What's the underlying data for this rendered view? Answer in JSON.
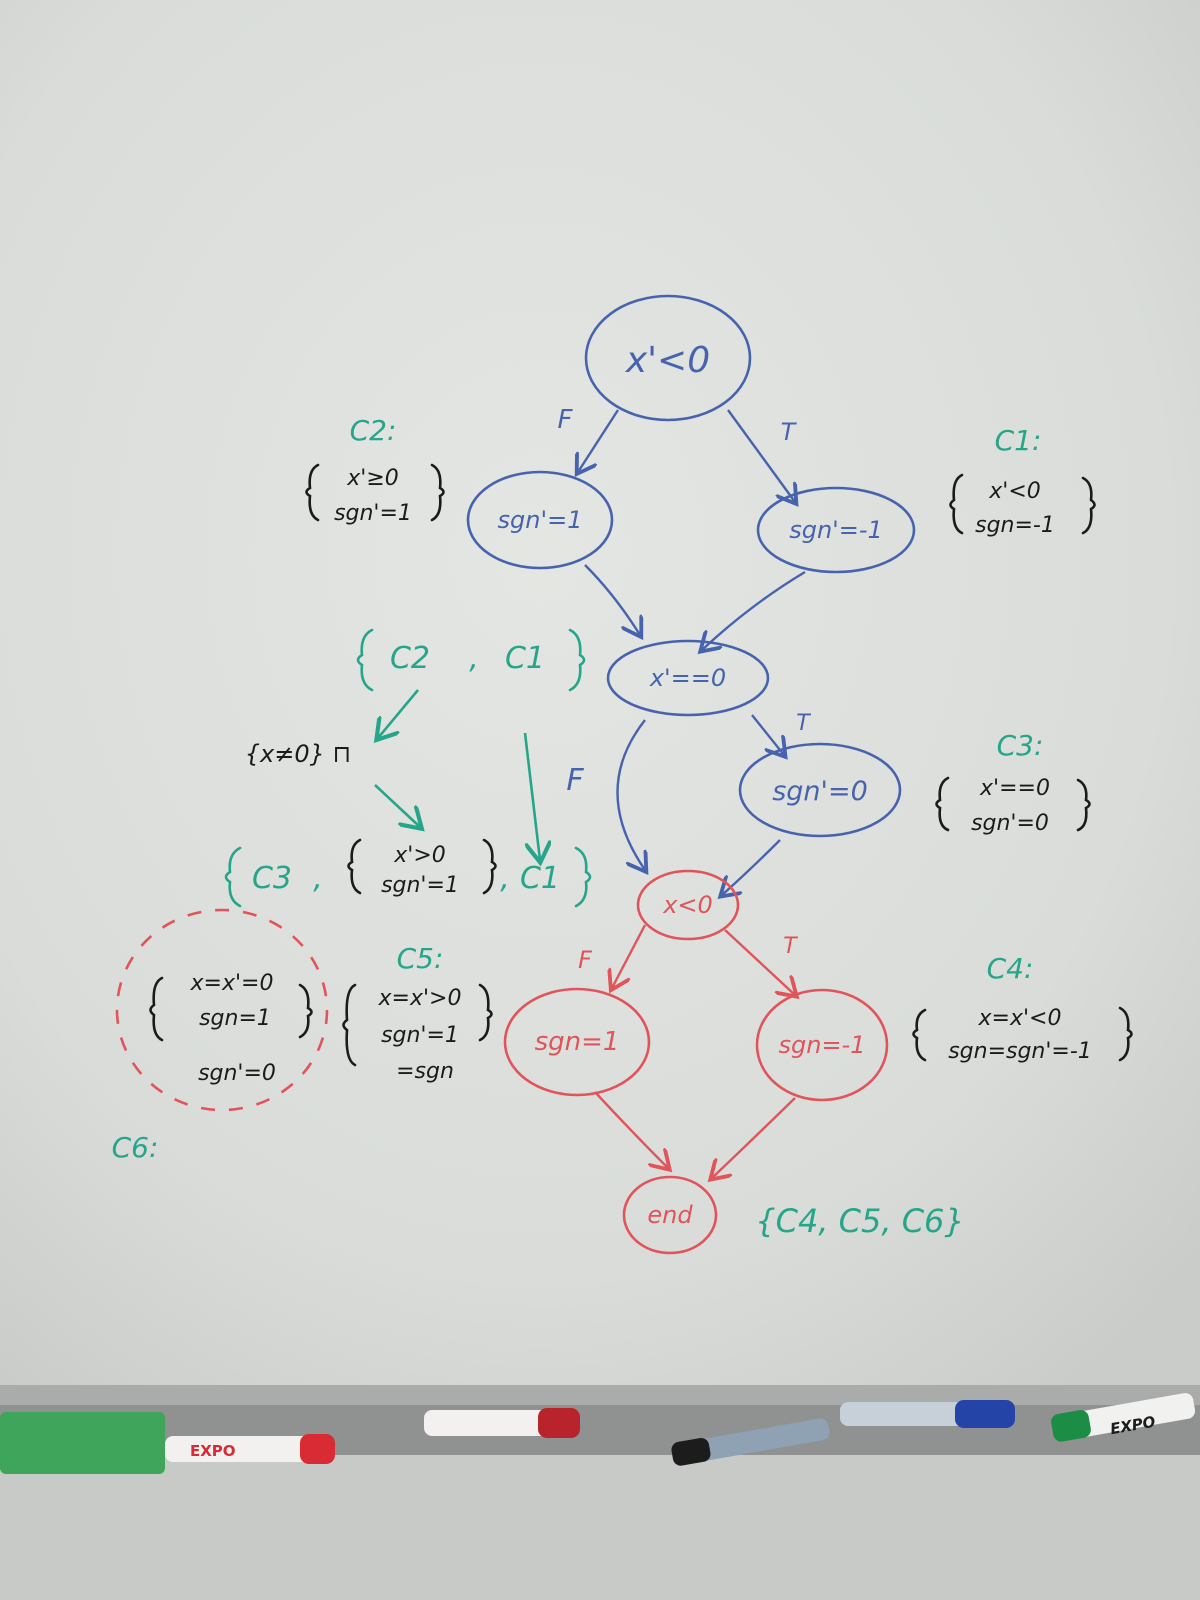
{
  "colors": {
    "board": "#dcdfdc",
    "blue": "#4763ad",
    "red": "#e0545a",
    "green": "#25a58a",
    "black": "#1b1b1b",
    "tray": "#8f9291",
    "eraser": "#3fa55a"
  },
  "nodes": {
    "root": "x'<0",
    "sgn_pos": "sgn'=1",
    "sgn_neg": "sgn'=-1",
    "eq_zero": "x'==0",
    "sgn_zero": "sgn'=0",
    "x_lt": "x<0",
    "sgnx_pos": "sgn=1",
    "sgnx_neg": "sgn=-1",
    "end": "end"
  },
  "edges": {
    "root_f": "F",
    "root_t": "T",
    "eq_t": "T",
    "eq_f": "F",
    "x_f": "F",
    "x_t": "T"
  },
  "constraints": {
    "c1_name": "C1:",
    "c1_line1": "x'<0",
    "c1_line2": "sgn=-1",
    "c2_name": "C2:",
    "c2_line1": "x'≥0",
    "c2_line2": "sgn'=1",
    "c3_name": "C3:",
    "c3_line1": "x'==0",
    "c3_line2": "sgn'=0",
    "c4_name": "C4:",
    "c4_line1": "x=x'<0",
    "c4_line2": "sgn=sgn'=-1",
    "c5_name": "C5:",
    "c5_line1": "x=x'>0",
    "c5_line2": "sgn'=1",
    "c5_line3": "=sgn",
    "c6_name": "C6:",
    "c6_line1": "x=x'=0",
    "c6_line2": "sgn=1",
    "c6_line3": "sgn'=0"
  },
  "derivation": {
    "set1_a": "C2",
    "set1_b": "C1",
    "meet": "{x≠0} ⊓",
    "set2_a": "C3",
    "set2_b1": "x'>0",
    "set2_b2": "sgn'=1",
    "set2_c": "C1",
    "final": "{C4, C5, C6}"
  },
  "tray": {
    "brand_red": "EXPO",
    "brand_green": "EXPO"
  }
}
